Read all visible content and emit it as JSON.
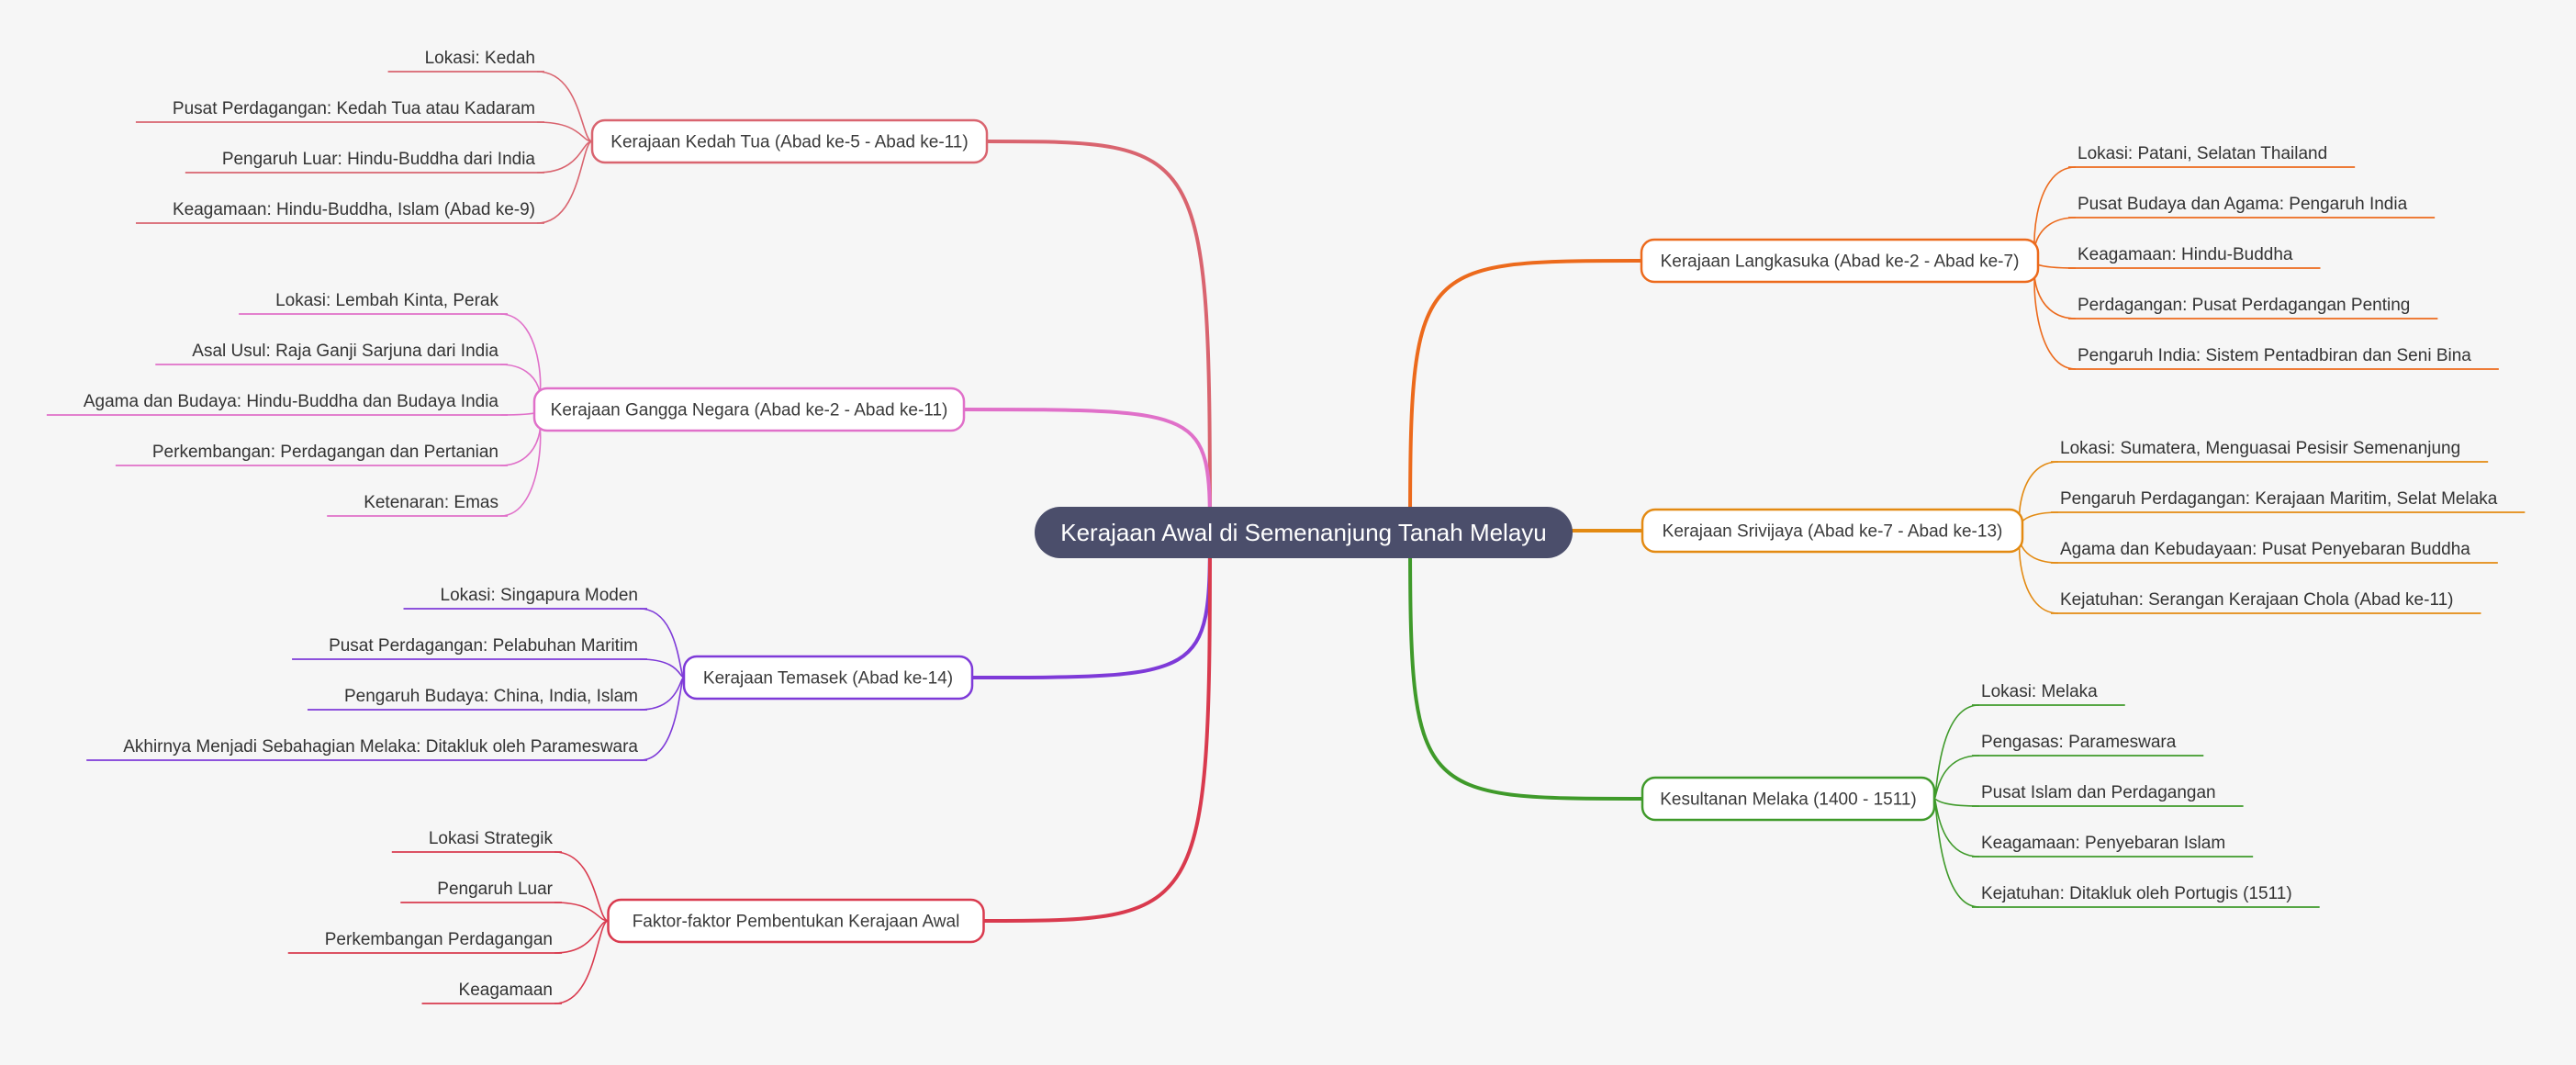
{
  "center": {
    "label": "Kerajaan Awal di Semenanjung Tanah Melayu",
    "color": "#4b4e6b"
  },
  "left_branches": [
    {
      "label": "Kerajaan Kedah Tua (Abad ke-5 - Abad ke-11)",
      "color": "#d9646f",
      "children": [
        "Lokasi: Kedah",
        "Pusat Perdagangan: Kedah Tua atau Kadaram",
        "Pengaruh Luar: Hindu-Buddha dari India",
        "Keagamaan: Hindu-Buddha, Islam (Abad ke-9)"
      ]
    },
    {
      "label": "Kerajaan Gangga Negara (Abad ke-2 - Abad ke-11)",
      "color": "#e070c9",
      "children": [
        "Lokasi: Lembah Kinta, Perak",
        "Asal Usul: Raja Ganji Sarjuna dari India",
        "Agama dan Budaya: Hindu-Buddha dan Budaya India",
        "Perkembangan: Perdagangan dan Pertanian",
        "Ketenaran: Emas"
      ]
    },
    {
      "label": "Kerajaan Temasek (Abad ke-14)",
      "color": "#7e3ad8",
      "children": [
        "Lokasi: Singapura Moden",
        "Pusat Perdagangan: Pelabuhan Maritim",
        "Pengaruh Budaya: China, India, Islam",
        "Akhirnya Menjadi Sebahagian Melaka: Ditakluk oleh Parameswara"
      ]
    },
    {
      "label": "Faktor-faktor Pembentukan Kerajaan Awal",
      "color": "#d93a4e",
      "children": [
        "Lokasi Strategik",
        "Pengaruh Luar",
        "Perkembangan Perdagangan",
        "Keagamaan"
      ]
    }
  ],
  "right_branches": [
    {
      "label": "Kerajaan Langkasuka (Abad ke-2 - Abad ke-7)",
      "color": "#ec6a1c",
      "children": [
        "Lokasi: Patani, Selatan Thailand",
        "Pusat Budaya dan Agama: Pengaruh India",
        "Keagamaan: Hindu-Buddha",
        "Perdagangan: Pusat Perdagangan Penting",
        "Pengaruh India: Sistem Pentadbiran dan Seni Bina"
      ]
    },
    {
      "label": "Kerajaan Srivijaya (Abad ke-7 - Abad ke-13)",
      "color": "#e38a12",
      "children": [
        "Lokasi: Sumatera, Menguasai Pesisir Semenanjung",
        "Pengaruh Perdagangan: Kerajaan Maritim, Selat Melaka",
        "Agama dan Kebudayaan: Pusat Penyebaran Buddha",
        "Kejatuhan: Serangan Kerajaan Chola (Abad ke-11)"
      ]
    },
    {
      "label": "Kesultanan Melaka (1400 - 1511)",
      "color": "#3f9a2a",
      "children": [
        "Lokasi: Melaka",
        "Pengasas: Parameswara",
        "Pusat Islam dan Perdagangan",
        "Keagamaan: Penyebaran Islam",
        "Kejatuhan: Ditakluk oleh Portugis (1511)"
      ]
    }
  ]
}
